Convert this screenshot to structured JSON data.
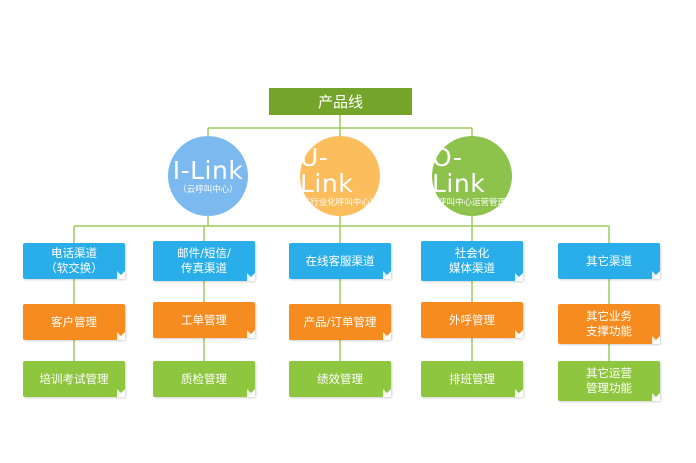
{
  "root": {
    "label": "产品线"
  },
  "products": [
    {
      "title": "I-Link",
      "subtitle": "（云呼叫中心）"
    },
    {
      "title": "U-Link",
      "subtitle": "（行业化呼叫中心）"
    },
    {
      "title": "O-Link",
      "subtitle": "呼叫中心运营管理"
    }
  ],
  "columns": [
    {
      "channel": [
        "电话渠道",
        "（软交换）"
      ],
      "mid": [
        "客户管理"
      ],
      "bottom": [
        "培训考试管理"
      ]
    },
    {
      "channel": [
        "邮件/短信/",
        "传真渠道"
      ],
      "mid": [
        "工单管理"
      ],
      "bottom": [
        "质检管理"
      ]
    },
    {
      "channel": [
        "在线客服渠道"
      ],
      "mid": [
        "产品/订单管理"
      ],
      "bottom": [
        "绩效管理"
      ]
    },
    {
      "channel": [
        "社会化",
        "媒体渠道"
      ],
      "mid": [
        "外呼管理"
      ],
      "bottom": [
        "排班管理"
      ]
    },
    {
      "channel": [
        "其它渠道"
      ],
      "mid": [
        "其它业务",
        "支撑功能"
      ],
      "bottom": [
        "其它运营",
        "管理功能"
      ]
    }
  ],
  "colors": {
    "root": "#74a52a",
    "channel": "#29aee9",
    "mid": "#f68b1f",
    "bottom": "#8ec63f",
    "line": "#9ccc5b"
  }
}
